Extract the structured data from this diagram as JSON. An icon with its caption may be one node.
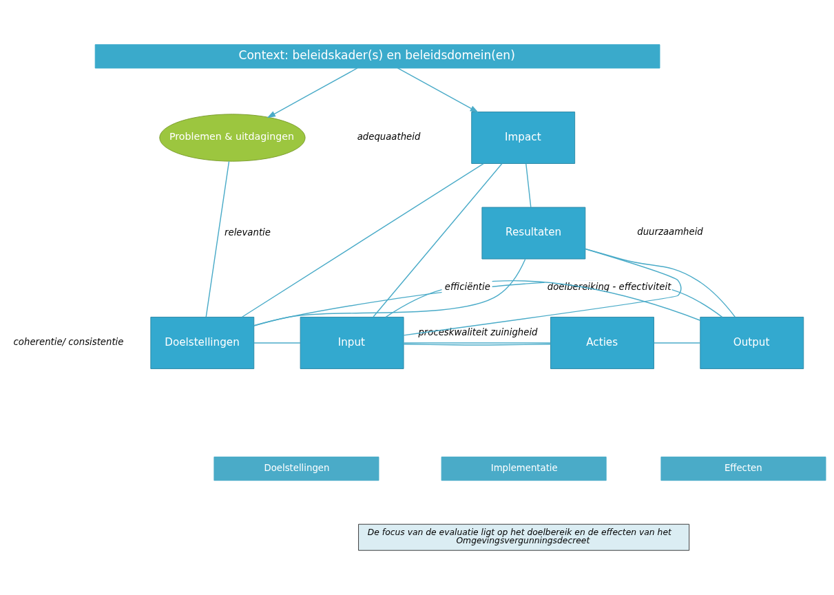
{
  "diagram": {
    "nodes": [
      {
        "text": [
          "Context: beleidskader(s) en beleidsdomein(en)"
        ]
      },
      {
        "text": [
          "Problemen & uitdagingen"
        ]
      },
      {
        "text": [
          "Doelstellingen"
        ],
        "beside": [
          "coherentie/ consistentie"
        ]
      },
      {
        "text": [
          "Input"
        ]
      },
      {
        "text": [
          "Acties"
        ]
      },
      {
        "text": [
          "Impact"
        ]
      },
      {
        "text": [
          "Resultaten"
        ]
      },
      {
        "text": [
          "Output"
        ]
      },
      {
        "text": [
          "Doelstellingen"
        ]
      },
      {
        "text": [
          "Implementatie"
        ]
      },
      {
        "text": [
          "Effecten"
        ]
      },
      {
        "text": [
          "De focus van de evaluatie ligt op het doelbereik en de effecten van het Omgevingsvergunningsdecreet"
        ]
      }
    ],
    "edges": [
      {
        "from": 0,
        "to": 1,
        "arrow": "to"
      },
      {
        "from": 0,
        "to": 5,
        "arrow": "to"
      },
      {
        "from": 1,
        "to": 2,
        "arrow": "none",
        "label": "relevantie"
      },
      {
        "from": 5,
        "to": 6,
        "arrow": "none"
      },
      {
        "from": 6,
        "to": 7,
        "arrow": "none"
      },
      {
        "from": 2,
        "to": 3,
        "arrow": "none"
      },
      {
        "from": 3,
        "to": 4,
        "arrow": "none"
      },
      {
        "from": 3,
        "to": 4,
        "arrow": "none",
        "label": "proceskwaliteit zuinigheid"
      },
      {
        "from": 4,
        "to": 7,
        "arrow": "none"
      },
      {
        "from": 3,
        "to": 5,
        "arrow": "none"
      },
      {
        "from": 3,
        "to": 6,
        "arrow": "none"
      },
      {
        "from": 3,
        "to": 7,
        "arrow": "none",
        "label": "efficiëntie"
      },
      {
        "from": 2,
        "to": 5,
        "arrow": "none"
      },
      {
        "from": 2,
        "to": 6,
        "arrow": "none"
      },
      {
        "from": 2,
        "to": 7,
        "arrow": "none",
        "label": "doelbereiking - effectiviteit"
      }
    ],
    "labels": [
      "adequaatheid",
      "duurzaamheid"
    ]
  }
}
